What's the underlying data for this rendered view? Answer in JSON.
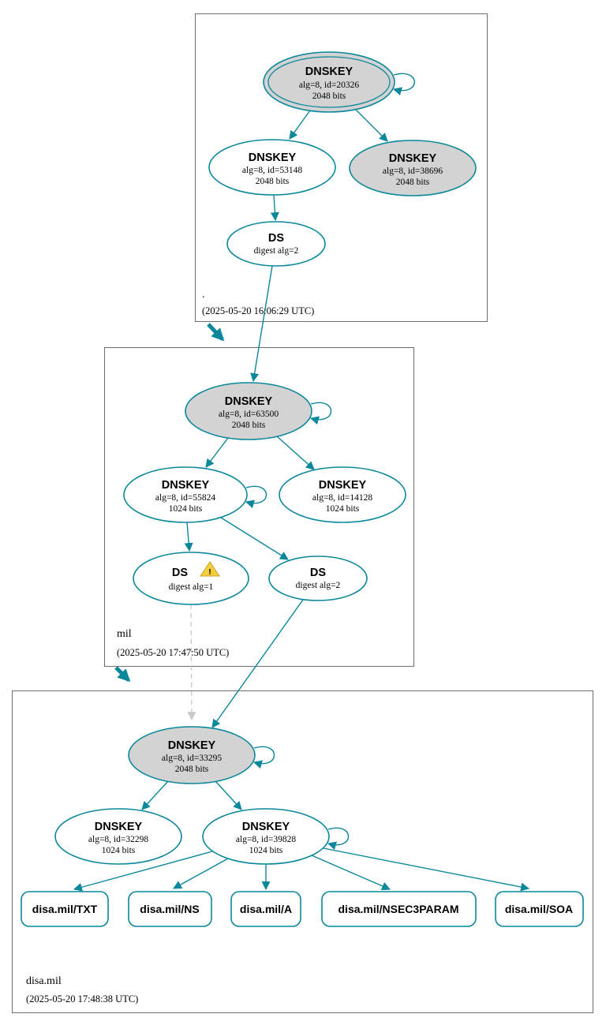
{
  "colors": {
    "edge_teal": "#0a879a",
    "ksk_fill": "#d3d3d3",
    "zone_border_gray": "#6e6e6e",
    "dashed_gray": "#c9c9c9",
    "warning_yellow": "#f5ce3e"
  },
  "root_zone": {
    "label": ".",
    "timestamp": "(2025-05-20 16:06:29 UTC)",
    "ksk": {
      "type": "DNSKEY",
      "alg": "alg=8, id=20326",
      "bits": "2048 bits"
    },
    "zsk": {
      "type": "DNSKEY",
      "alg": "alg=8, id=53148",
      "bits": "2048 bits"
    },
    "key2": {
      "type": "DNSKEY",
      "alg": "alg=8, id=38696",
      "bits": "2048 bits"
    },
    "ds": {
      "type": "DS",
      "digest": "digest alg=2"
    }
  },
  "mil_zone": {
    "label": "mil",
    "timestamp": "(2025-05-20 17:47:50 UTC)",
    "ksk": {
      "type": "DNSKEY",
      "alg": "alg=8, id=63500",
      "bits": "2048 bits"
    },
    "zsk": {
      "type": "DNSKEY",
      "alg": "alg=8, id=55824",
      "bits": "1024 bits"
    },
    "key2": {
      "type": "DNSKEY",
      "alg": "alg=8, id=14128",
      "bits": "1024 bits"
    },
    "ds1": {
      "type": "DS",
      "digest": "digest alg=1"
    },
    "ds2": {
      "type": "DS",
      "digest": "digest alg=2"
    }
  },
  "disa_zone": {
    "label": "disa.mil",
    "timestamp": "(2025-05-20 17:48:38 UTC)",
    "ksk": {
      "type": "DNSKEY",
      "alg": "alg=8, id=33295",
      "bits": "2048 bits"
    },
    "key2": {
      "type": "DNSKEY",
      "alg": "alg=8, id=32298",
      "bits": "1024 bits"
    },
    "zsk": {
      "type": "DNSKEY",
      "alg": "alg=8, id=39828",
      "bits": "1024 bits"
    },
    "warning_mark": "!",
    "rrsets": {
      "txt": "disa.mil/TXT",
      "ns": "disa.mil/NS",
      "a": "disa.mil/A",
      "nsec3param": "disa.mil/NSEC3PARAM",
      "soa": "disa.mil/SOA"
    }
  }
}
